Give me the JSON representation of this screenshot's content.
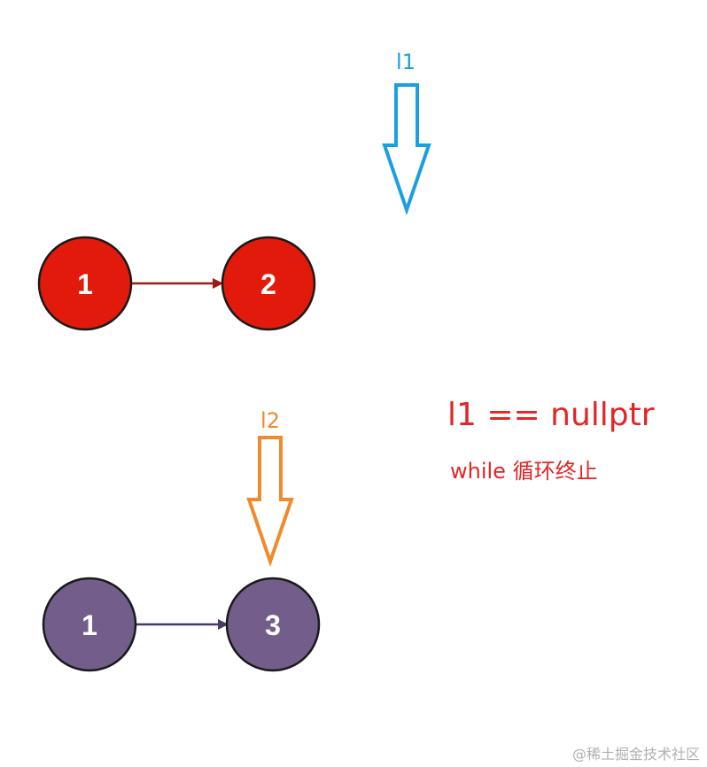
{
  "colors": {
    "list1_node": "#e21a0b",
    "list1_link": "#a01818",
    "list2_node": "#735e8b",
    "list2_link": "#4a3b62",
    "pointer_l1": "#1a9fe0",
    "pointer_l2": "#f08a2b",
    "condition": "#e32526",
    "watermark": "#b0b0b0",
    "node_stroke": "#1a1a1a"
  },
  "pointers": {
    "l1": {
      "label": "l1"
    },
    "l2": {
      "label": "l2"
    }
  },
  "list1": {
    "nodes": [
      {
        "label": "1"
      },
      {
        "label": "2"
      }
    ]
  },
  "list2": {
    "nodes": [
      {
        "label": "1"
      },
      {
        "label": "3"
      }
    ]
  },
  "condition": {
    "expression": "l1 == nullptr",
    "note": "while 循环终止"
  },
  "watermark": {
    "text": "@稀土掘金技术社区"
  }
}
